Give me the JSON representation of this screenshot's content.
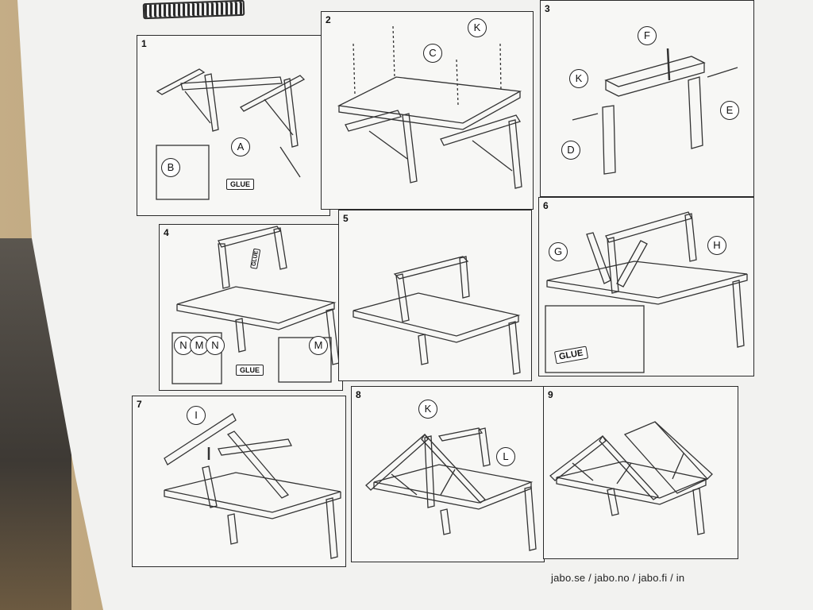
{
  "steps": [
    {
      "num": "1",
      "callouts": [
        "A",
        "B"
      ],
      "glue": "GLUE"
    },
    {
      "num": "2",
      "callouts": [
        "C",
        "K"
      ]
    },
    {
      "num": "3",
      "callouts": [
        "F",
        "K",
        "E",
        "D"
      ]
    },
    {
      "num": "4",
      "callouts": [
        "N",
        "M",
        "N",
        "M"
      ],
      "glue": "GLUE",
      "glue_tube": "GLUE"
    },
    {
      "num": "5",
      "callouts": []
    },
    {
      "num": "6",
      "callouts": [
        "G",
        "H"
      ],
      "glue": "GLUE"
    },
    {
      "num": "7",
      "callouts": [
        "I"
      ]
    },
    {
      "num": "8",
      "callouts": [
        "K",
        "L"
      ]
    },
    {
      "num": "9",
      "callouts": []
    }
  ],
  "footer": "jabo.se / jabo.no / jabo.fi / in"
}
